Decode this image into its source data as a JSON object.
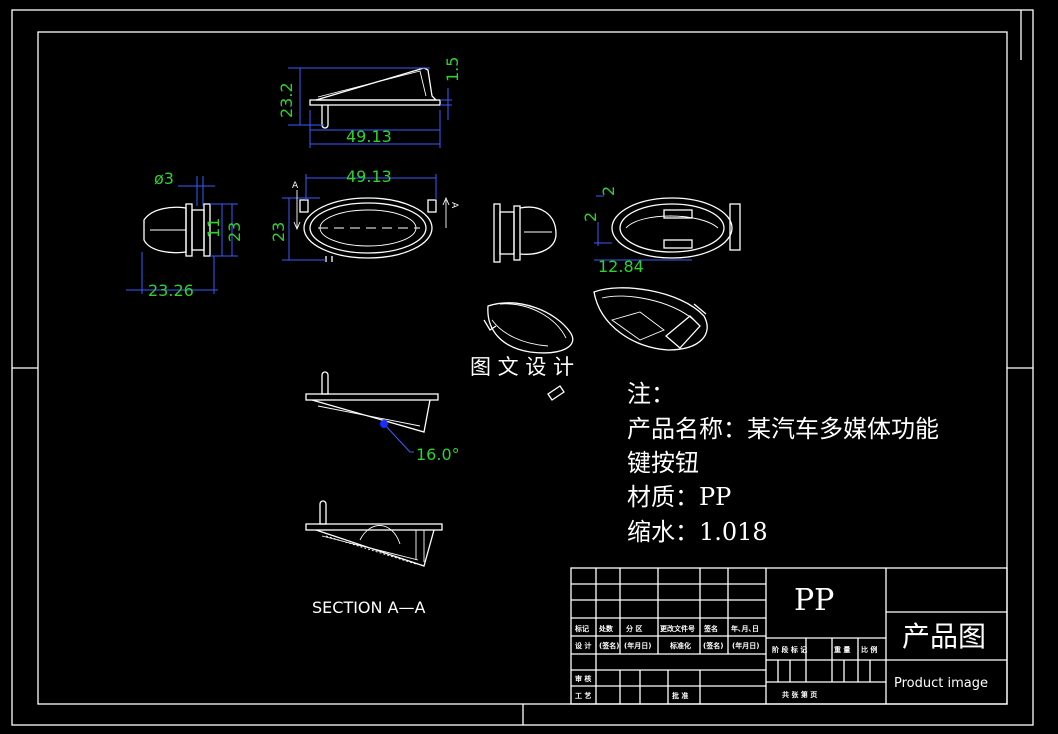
{
  "drawing": {
    "dims": {
      "top_height": "23.2",
      "top_thick": "1.5",
      "top_length": "49.13",
      "front_length": "49.13",
      "front_height": "23",
      "front_section_mark_left": "A",
      "front_section_mark_right": "A",
      "left_dia": "ø3",
      "left_h1": "11",
      "left_h2": "23",
      "left_width": "23.26",
      "right_d1": "2",
      "right_d2": "2",
      "right_len": "12.84",
      "angle": "16.0°"
    },
    "watermark": "图 文 设 计",
    "section_label": "SECTION A—A"
  },
  "notes": {
    "heading": "注：",
    "line1": "产品名称：某汽车多媒体功能",
    "line2": "键按钮",
    "line3": "材质：PP",
    "line4": "缩水：1.018"
  },
  "title_block": {
    "material": "PP",
    "drawing_name": "产品图",
    "image_caption": "Product image",
    "header_cells": [
      "标记",
      "处数",
      "分 区",
      "更改文件号",
      "签名",
      "年､月､日"
    ],
    "row2_cells": [
      "设 计",
      "(签名)",
      "(年月日)",
      "标准化",
      "(签名)",
      "(年月日)"
    ],
    "stage_cells": [
      "阶 段 标 记",
      "重 量",
      "比 例"
    ],
    "review": "审 核",
    "process": "工 艺",
    "approve": "批 准",
    "sheets": "共  张  第  页"
  }
}
